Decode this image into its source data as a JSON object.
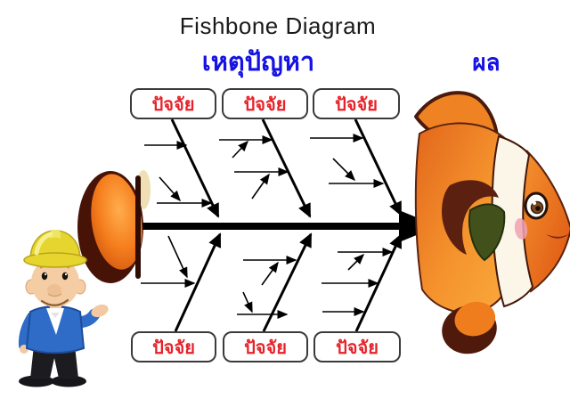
{
  "title": "Fishbone Diagram",
  "headings": {
    "cause_label": "เหตุปัญหา",
    "effect_label": "ผล"
  },
  "factor_boxes": {
    "top": [
      {
        "label": "ปัจจัย"
      },
      {
        "label": "ปัจจัย"
      },
      {
        "label": "ปัจจัย"
      }
    ],
    "bottom": [
      {
        "label": "ปัจจัย"
      },
      {
        "label": "ปัจจัย"
      },
      {
        "label": "ปัจจัย"
      }
    ]
  },
  "diagram": {
    "type": "fishbone",
    "spine_direction": "left-to-right, large arrow pointing into fish head",
    "main_bones": {
      "top_count": 3,
      "bottom_count": 3
    },
    "decorations": [
      "clownfish-head-icon",
      "fish-tail-icon",
      "engineer-character-icon"
    ]
  },
  "colors": {
    "background": "#ffffff",
    "title_text": "#1a1a1a",
    "heading_blue": "#1512e3",
    "factor_red": "#e6232a",
    "box_border": "#3b3b3b",
    "bone_black": "#000000",
    "fish_orange": "#f08024",
    "fish_dark_maroon": "#4f1a0b",
    "fish_stripe_cream": "#fbf6e8",
    "fin_olive_green": "#42511c",
    "hat_yellow": "#e6d52f",
    "jacket_blue": "#2e6cc8"
  }
}
